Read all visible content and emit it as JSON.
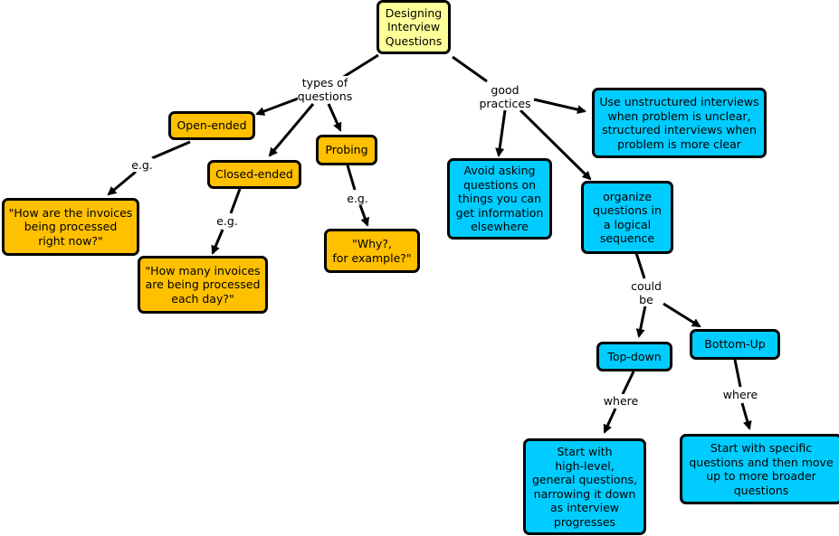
{
  "nodes": {
    "root": "Designing\nInterview\nQuestions",
    "open_ended": "Open-ended",
    "closed_ended": "Closed-ended",
    "probing": "Probing",
    "open_example": "\"How are the invoices\nbeing processed\nright now?\"",
    "closed_example": "\"How many invoices\nare being processed\neach day?\"",
    "probing_example": "\"Why?,\nfor example?\"",
    "avoid": "Avoid asking\nquestions on\nthings you can\nget information\nelsewhere",
    "unstructured": "Use unstructured interviews\nwhen problem is unclear,\nstructured interviews when\nproblem is more clear",
    "organize": "organize\nquestions in\na logical\nsequence",
    "top_down": "Top-down",
    "bottom_up": "Bottom-Up",
    "top_down_desc": "Start with\nhigh-level,\ngeneral questions,\nnarrowing it down\nas interview\nprogresses",
    "bottom_up_desc": "Start with specific\nquestions and then move\nup to more broader\nquestions"
  },
  "links": {
    "types_of_questions": "types of\nquestions",
    "good_practices": "good\npractices",
    "eg_open": "e.g.",
    "eg_closed": "e.g.",
    "eg_probing": "e.g.",
    "could_be": "could\nbe",
    "where_top": "where",
    "where_bottom": "where"
  },
  "colors": {
    "root": "#ffff99",
    "orange": "#ffc000",
    "blue": "#00ccff",
    "line": "#000000"
  }
}
